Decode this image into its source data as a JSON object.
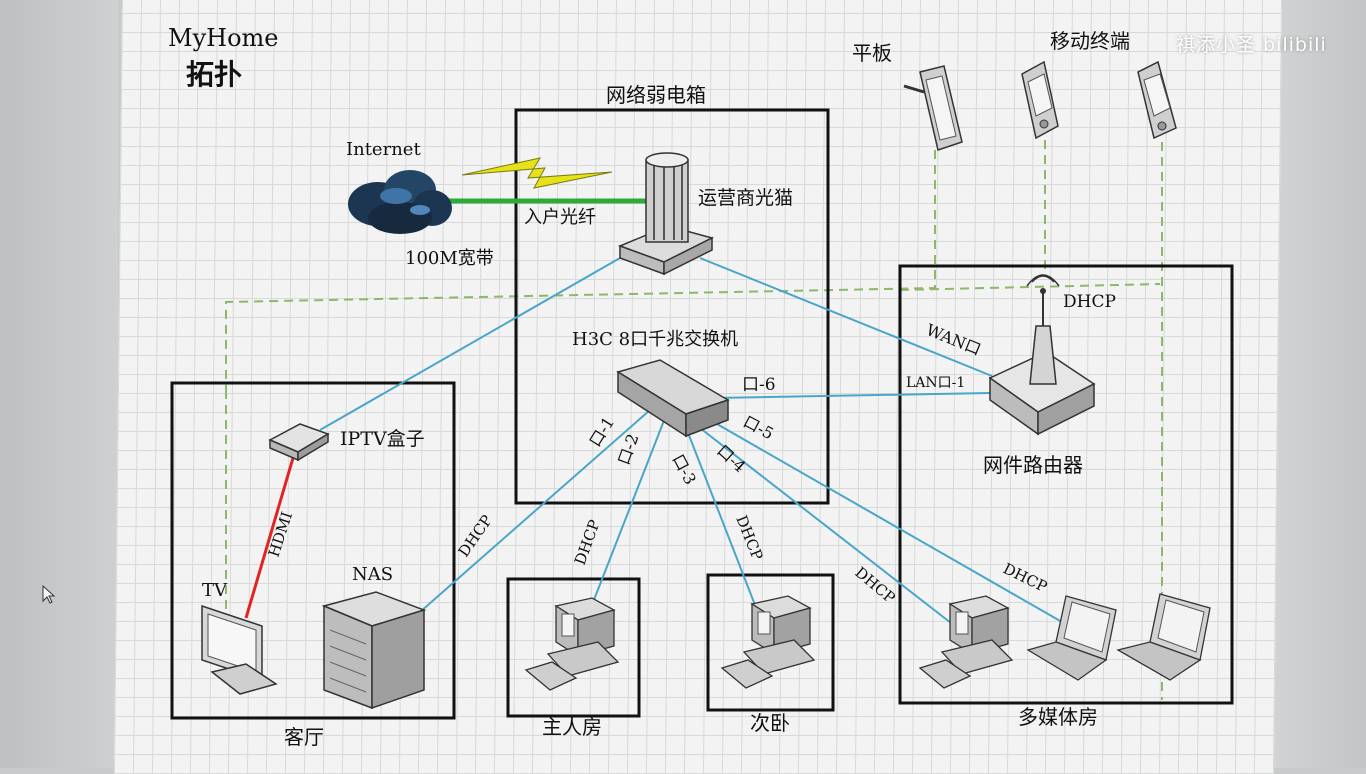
{
  "title": {
    "line1": "MyHome",
    "line2": "拓扑"
  },
  "watermark": "祺添小圣 bilibili",
  "boxes": {
    "weak_box": "网络弱电箱",
    "living_room": "客厅",
    "master_room": "主人房",
    "second_room": "次卧",
    "media_room": "多媒体房"
  },
  "labels": {
    "internet": "Internet",
    "bandwidth": "100M宽带",
    "fiber": "入户光纤",
    "modem": "运营商光猫",
    "switch": "H3C 8口千兆交换机",
    "router": "网件路由器",
    "router_dhcp": "DHCP",
    "wan": "WAN口",
    "lan1": "LAN口-1",
    "iptv": "IPTV盒子",
    "hdmi": "HDMI",
    "tv": "TV",
    "nas": "NAS",
    "tablet": "平板",
    "mobile": "移动终端"
  },
  "ports": {
    "p1": "口-1",
    "p2": "口-2",
    "p3": "口-3",
    "p4": "口-4",
    "p5": "口-5",
    "p6": "口-6"
  },
  "dhcp": {
    "d1": "DHCP",
    "d2": "DHCP",
    "d3": "DHCP",
    "d4": "DHCP",
    "d5": "DHCP"
  },
  "colors": {
    "ethernet": "#4aa5c9",
    "fiber": "#2eaa3a",
    "hdmi": "#e02424",
    "wireless": "#8cb86a",
    "lightning": "#e6e21a"
  }
}
